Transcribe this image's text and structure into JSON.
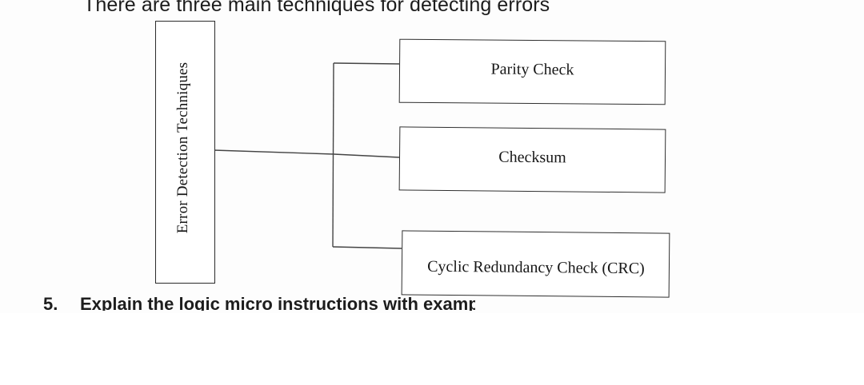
{
  "intro": "There are three main techniques for detecting errors",
  "diagram": {
    "root": "Error Detection Techniques",
    "children": [
      "Parity Check",
      "Checksum",
      "Cyclic Redundancy Check (CRC)"
    ]
  },
  "question": {
    "number": "5.",
    "text": "Explain the logic micro instructions with examples"
  }
}
